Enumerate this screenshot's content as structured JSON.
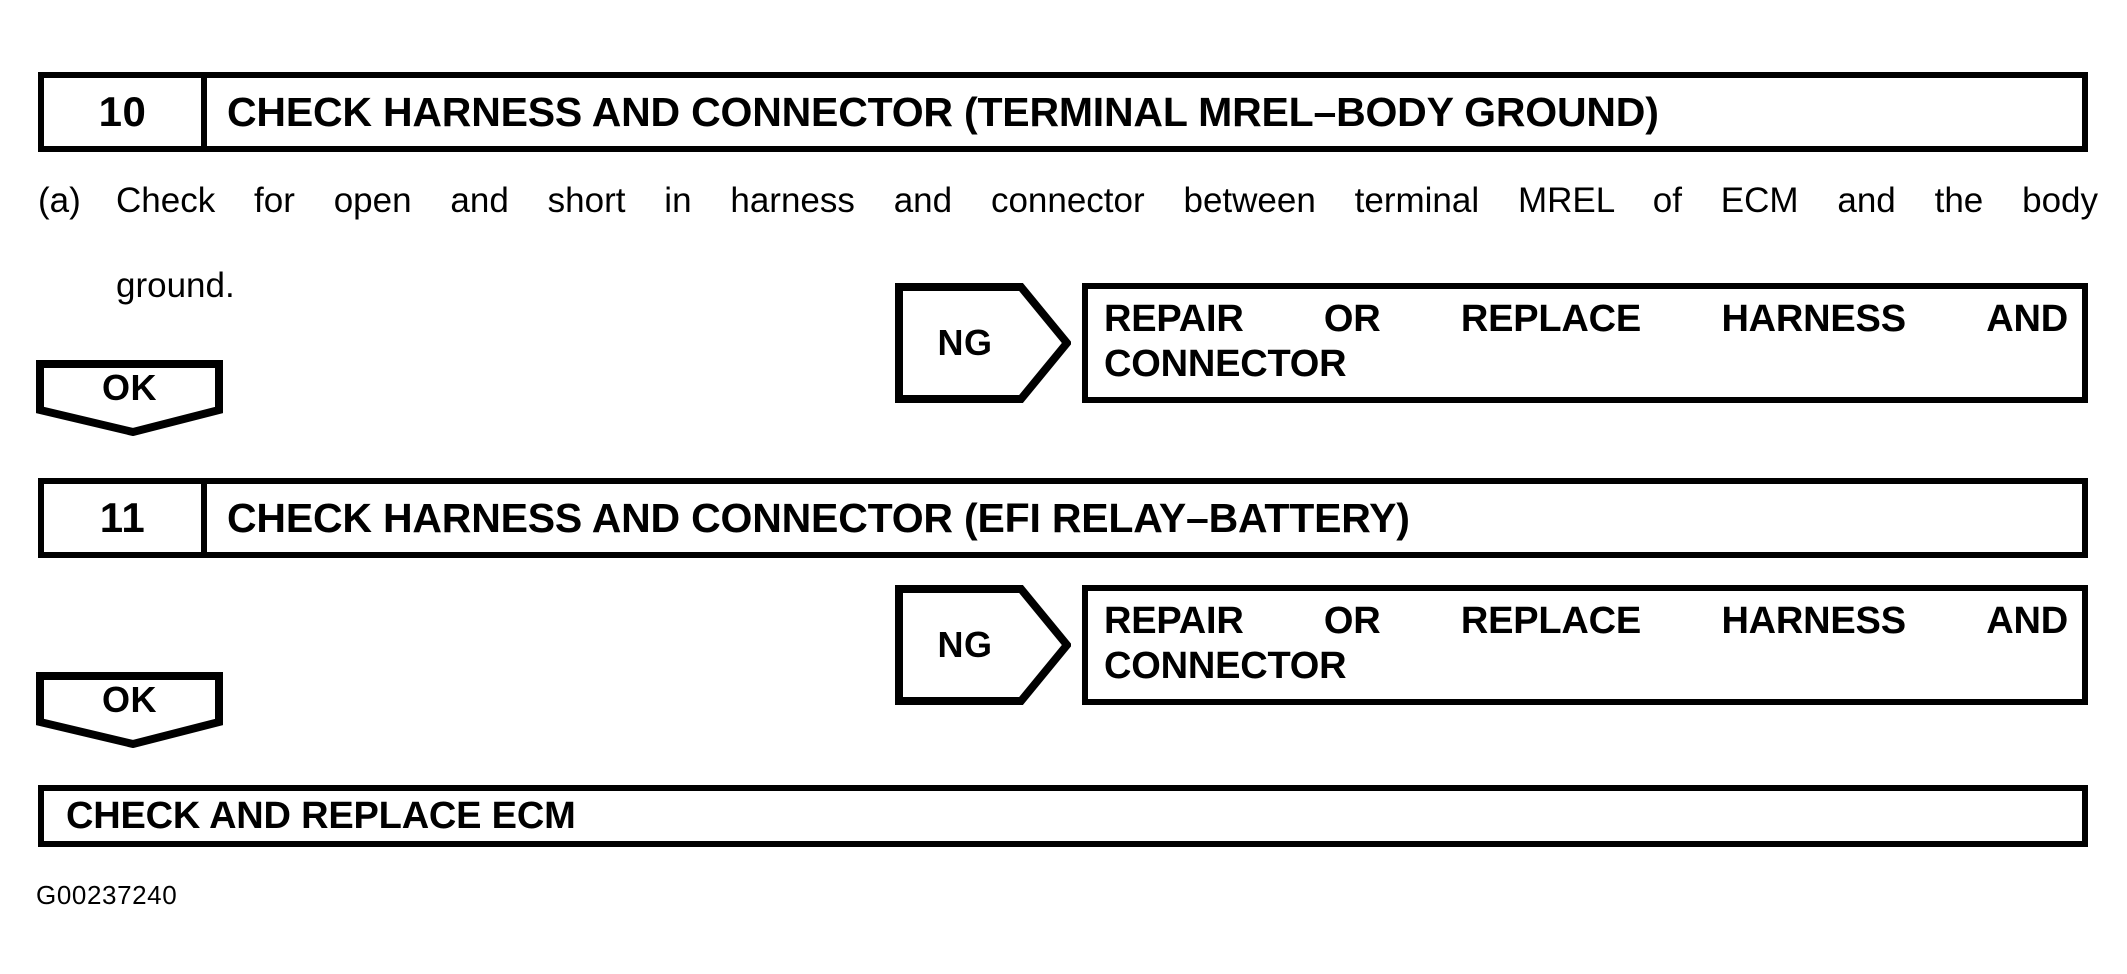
{
  "document": {
    "type": "diagnostic-flowchart",
    "figure_code": "G00237240"
  },
  "steps": [
    {
      "number": "10",
      "title": "CHECK HARNESS AND CONNECTOR (TERMINAL MREL–BODY GROUND)",
      "procedure": {
        "marker": "(a)",
        "line1": "Check for open and short in harness and connector between terminal MREL of ECM and the body",
        "line2": "ground."
      }
    },
    {
      "number": "11",
      "title": "CHECK HARNESS AND CONNECTOR (EFI RELAY–BATTERY)"
    }
  ],
  "branches": {
    "ng_label": "NG",
    "ok_label": "OK"
  },
  "actions": [
    {
      "line1_words": [
        "REPAIR",
        "OR",
        "REPLACE",
        "HARNESS",
        "AND"
      ],
      "line1": "REPAIR OR REPLACE HARNESS AND",
      "line2": "CONNECTOR"
    },
    {
      "line1_words": [
        "REPAIR",
        "OR",
        "REPLACE",
        "HARNESS",
        "AND"
      ],
      "line1": "REPAIR OR REPLACE HARNESS AND",
      "line2": "CONNECTOR"
    }
  ],
  "final_result": {
    "label": "CHECK AND REPLACE ECM"
  },
  "colors": {
    "ink": "#000000",
    "paper": "#ffffff"
  }
}
